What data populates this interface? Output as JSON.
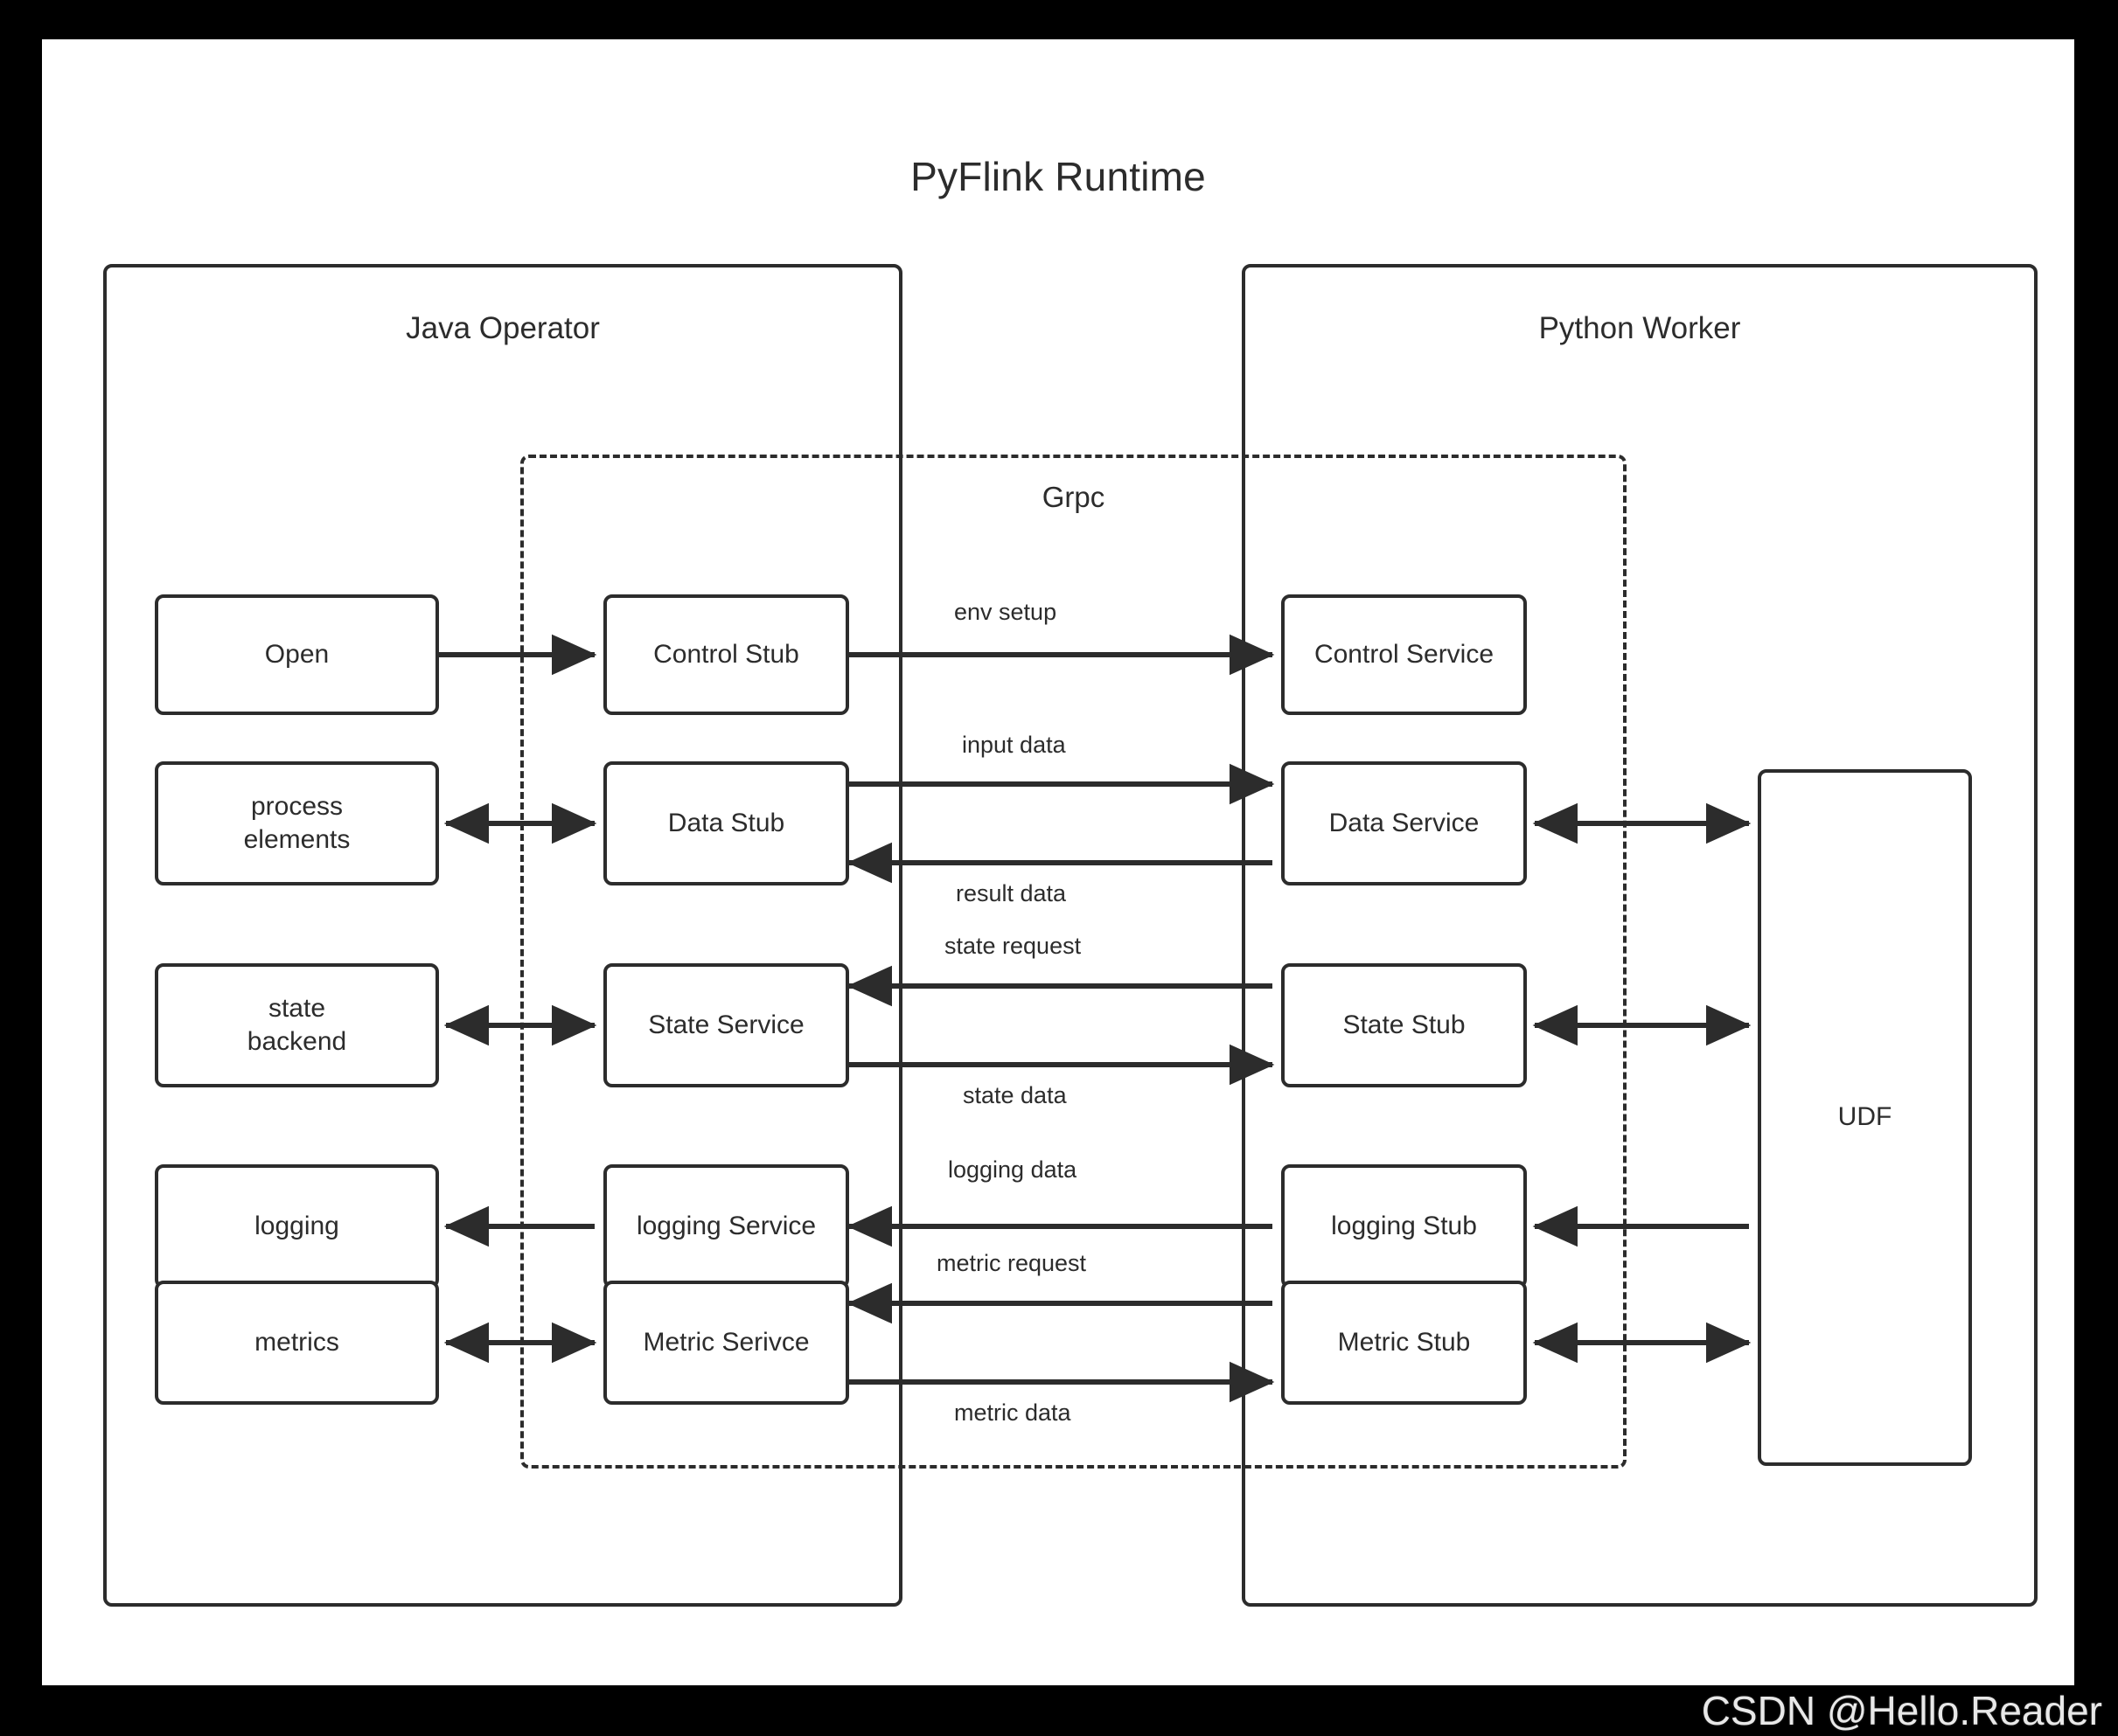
{
  "diagram": {
    "title": "PyFlink Runtime",
    "watermark": "CSDN @Hello.Reader",
    "panels": {
      "java": {
        "label": "Java Operator"
      },
      "python": {
        "label": "Python Worker"
      },
      "grpc": {
        "label": "Grpc"
      }
    },
    "nodes": {
      "open": "Open",
      "process_elements": "process\nelements",
      "state_backend": "state\nbackend",
      "logging": "logging",
      "metrics": "metrics",
      "control_stub": "Control Stub",
      "data_stub": "Data Stub",
      "state_service": "State Service",
      "logging_service": "logging Service",
      "metric_service": "Metric Serivce",
      "control_service": "Control Service",
      "data_service": "Data Service",
      "state_stub": "State Stub",
      "logging_stub": "logging Stub",
      "metric_stub": "Metric Stub",
      "udf": "UDF"
    },
    "edge_labels": {
      "env_setup": "env setup",
      "input_data": "input data",
      "result_data": "result data",
      "state_request": "state request",
      "state_data": "state data",
      "logging_data": "logging data",
      "metric_request": "metric request",
      "metric_data": "metric data"
    },
    "colors": {
      "stroke": "#2c2c2c",
      "background": "#ffffff",
      "frame": "#000000",
      "watermark": "#e8e8e8"
    }
  }
}
